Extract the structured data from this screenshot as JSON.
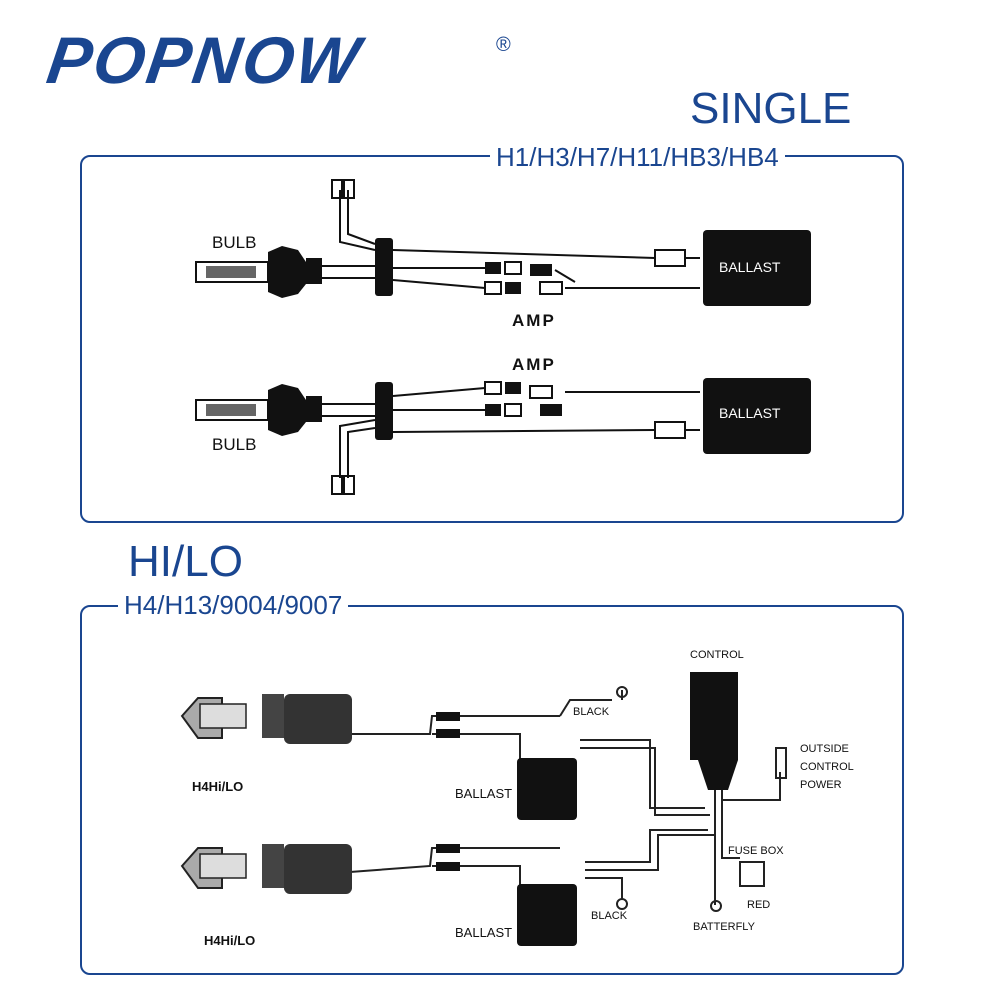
{
  "brand": {
    "name": "POPNOW",
    "registered": "®",
    "color": "#1a4690"
  },
  "section_single": {
    "title": "SINGLE",
    "subtitle": "H1/H3/H7/H11/HB3/HB4",
    "diagram1": {
      "bulb_label": "BULB",
      "amp_label": "AMP",
      "ballast_label": "BALLAST"
    },
    "diagram2": {
      "bulb_label": "BULB",
      "amp_label": "AMP",
      "ballast_label": "BALLAST"
    }
  },
  "section_hilo": {
    "title": "HI/LO",
    "subtitle": "H4/H13/9004/9007",
    "lamp_top_label": "H4Hi/LO",
    "lamp_bottom_label": "H4Hi/LO",
    "ballast_top_label": "BALLAST",
    "ballast_bottom_label": "BALLAST",
    "black_top_label": "BLACK",
    "black_bottom_label": "BLACK",
    "control_label": "CONTROL",
    "outside_label_1": "OUTSIDE",
    "outside_label_2": "CONTROL",
    "outside_label_3": "POWER",
    "fuse_box_label": "FUSE BOX",
    "red_label": "RED",
    "battery_label": "BATTERFLY"
  }
}
